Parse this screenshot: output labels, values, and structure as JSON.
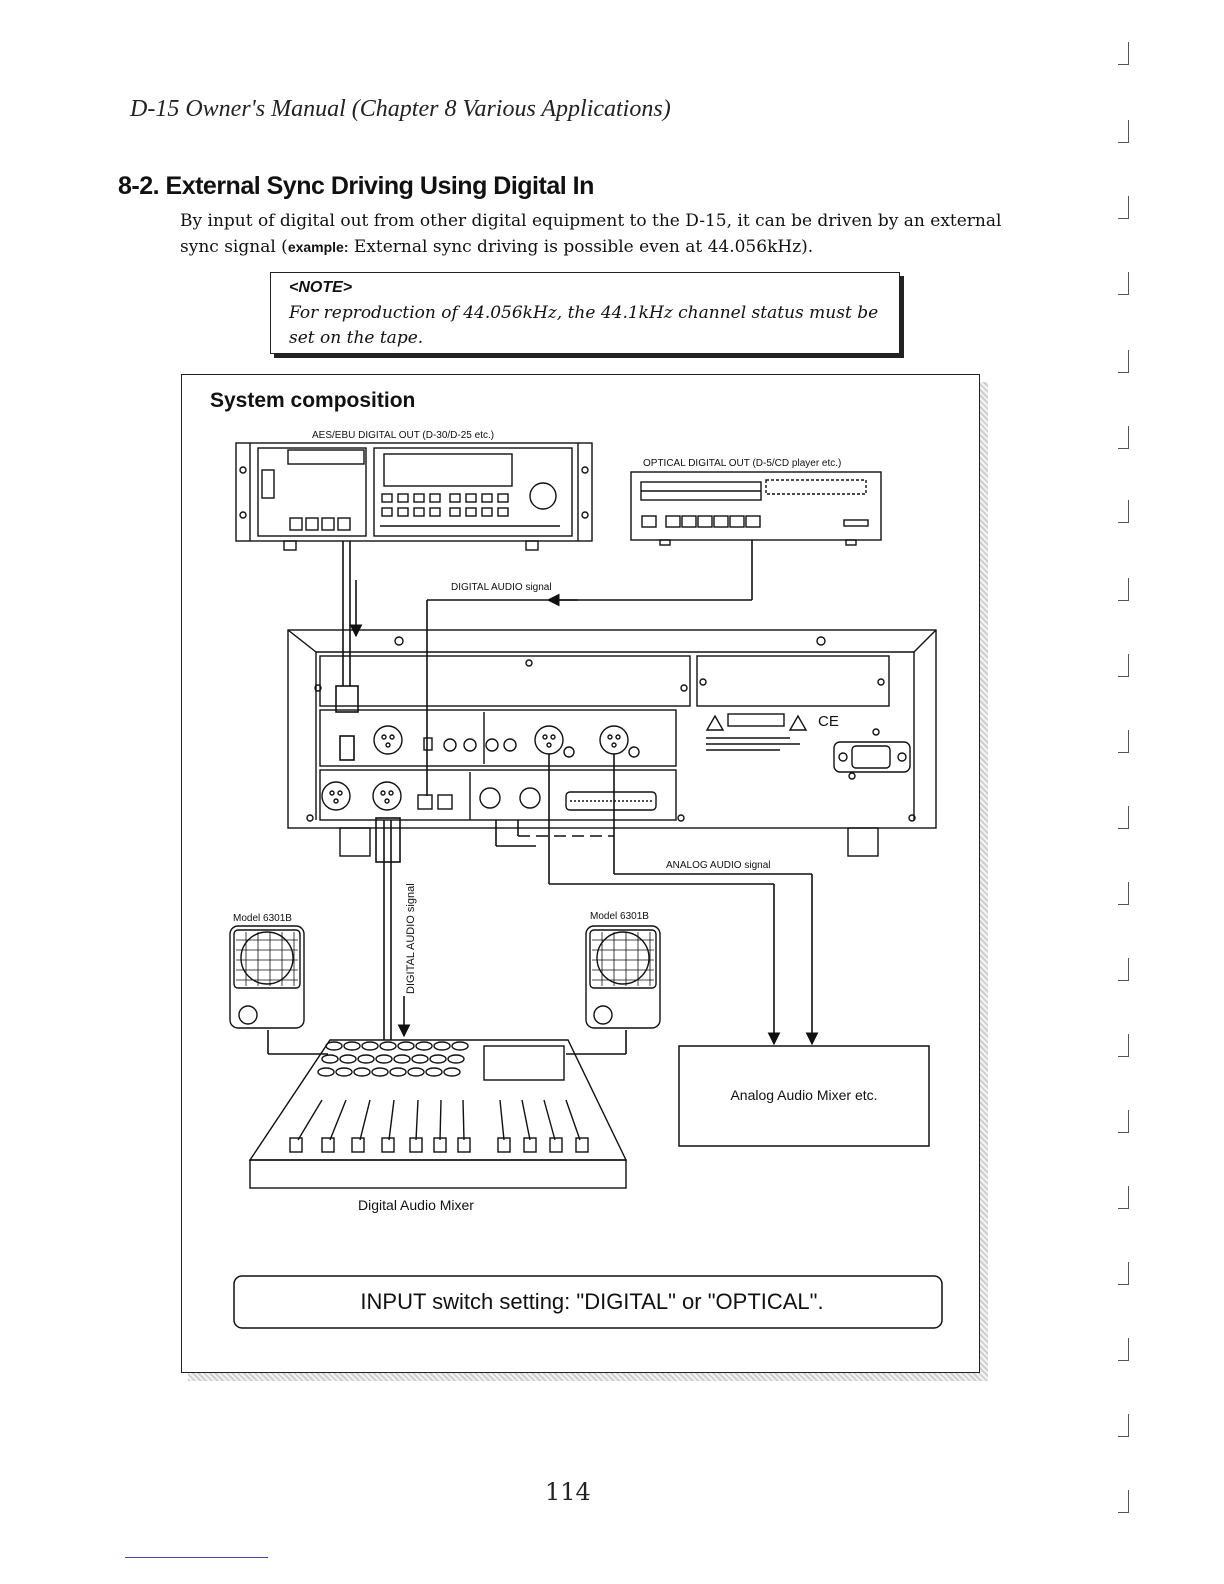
{
  "header": {
    "running_head": "D-15 Owner's Manual (Chapter 8  Various Applications)"
  },
  "section": {
    "title": "8-2. External Sync Driving Using Digital In",
    "intro_before_bold": "By input of digital out from other digital equipment to the D-15, it can be driven by an external sync signal (",
    "intro_bold": "example:",
    "intro_after_bold": " External sync driving is possible even at 44.056kHz)."
  },
  "note": {
    "title": "<NOTE>",
    "text": "For reproduction of 44.056kHz, the 44.1kHz channel status must be set on the tape."
  },
  "figure": {
    "title": "System composition",
    "aes_label": "AES/EBU DIGITAL OUT (D-30/D-25 etc.)",
    "optical_label": "OPTICAL DIGITAL OUT (D-5/CD player etc.)",
    "digital_signal_label": "DIGITAL AUDIO signal",
    "analog_signal_label": "ANALOG AUDIO signal",
    "digital_signal_vertical_label": "DIGITAL AUDIO signal",
    "speaker_left_label": "Model 6301B",
    "speaker_right_label": "Model 6301B",
    "analog_mixer_label": "Analog Audio Mixer etc.",
    "digital_mixer_label": "Digital Audio Mixer",
    "input_setting": "INPUT switch setting: \"DIGITAL\" or \"OPTICAL\"."
  },
  "footer": {
    "page_number": "114"
  }
}
